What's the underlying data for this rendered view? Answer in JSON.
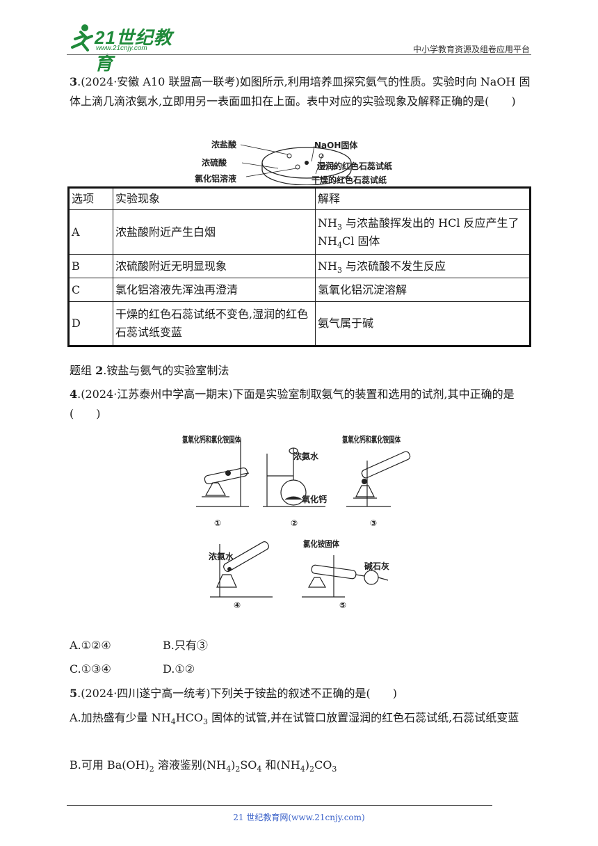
{
  "header": {
    "logo_text": "21世纪教育",
    "logo_url": "www.21cnjy.com",
    "right_text": "中小学教育资源及组卷应用平台"
  },
  "q3": {
    "number": "3",
    "stem": ".(2024·安徽 A10 联盟高一联考)如图所示,利用培养皿探究氨气的性质。实验时向 NaOH 固体上滴几滴浓氨水,立即用另一表面皿扣在上面。表中对应的实验现象及解释正确的是(　　)",
    "figure_labels": {
      "conc_hcl": "浓盐酸",
      "conc_h2so4": "浓硫酸",
      "alcl3": "氯化铝溶液",
      "naoh": "NaOH固体",
      "wet_litmus": "湿润的红色石蕊试纸",
      "dry_litmus": "干燥的红色石蕊试纸"
    },
    "table": {
      "headers": [
        "选项",
        "实验现象",
        "解释"
      ],
      "rows": [
        {
          "opt": "A",
          "phenomenon": "浓盐酸附近产生白烟",
          "explain_a": "NH",
          "explain_b": "3",
          "explain_c": " 与浓盐酸挥发出的 HCl 反应产生了 NH",
          "explain_d": "4",
          "explain_e": "Cl 固体"
        },
        {
          "opt": "B",
          "phenomenon": "浓硫酸附近无明显现象",
          "explain_a": "NH",
          "explain_b": "3",
          "explain_c": " 与浓硫酸不发生反应"
        },
        {
          "opt": "C",
          "phenomenon": "氯化铝溶液先浑浊再澄清",
          "explain": "氢氧化铝沉淀溶解"
        },
        {
          "opt": "D",
          "phenomenon": "干燥的红色石蕊试纸不变色,湿润的红色石蕊试纸变蓝",
          "explain": "氨气属于碱"
        }
      ]
    }
  },
  "group2": {
    "prefix": "题组 ",
    "number": "2",
    "title": ".铵盐与氨气的实验室制法"
  },
  "q4": {
    "number": "4",
    "stem": ".(2024·江苏泰州中学高一期末)下面是实验室制取氨气的装置和选用的试剂,其中正确的是(　　)",
    "figure_labels": {
      "f1_reagent": "氢氧化钙和氯化铵固体",
      "f2_top": "浓氨水",
      "f2_bottom": "氧化钙",
      "f3_reagent": "氢氧化钙和氯化铵固体",
      "f4_reagent": "浓氨水",
      "f5_reagent": "氯化铵固体",
      "f5_drier": "碱石灰",
      "n1": "①",
      "n2": "②",
      "n3": "③",
      "n4": "④",
      "n5": "⑤"
    },
    "options": {
      "A": "A.①②④",
      "B": "B.只有③",
      "C": "C.①③④",
      "D": "D.①②"
    }
  },
  "q5": {
    "number": "5",
    "stem": ".(2024·四川遂宁高一统考)下列关于铵盐的叙述不正确的是(　　)",
    "optA_1": "A.加热盛有少量 NH",
    "optA_sub1": "4",
    "optA_2": "HCO",
    "optA_sub2": "3",
    "optA_3": " 固体的试管,并在试管口放置湿润的红色石蕊试纸,石蕊试纸变蓝",
    "optB_1": "B.可用 Ba(OH)",
    "optB_sub1": "2",
    "optB_2": " 溶液鉴别(NH",
    "optB_sub2": "4",
    "optB_3": ")",
    "optB_sub3": "2",
    "optB_4": "SO",
    "optB_sub4": "4",
    "optB_5": " 和(NH",
    "optB_sub5": "4",
    "optB_6": ")",
    "optB_sub6": "2",
    "optB_7": "CO",
    "optB_sub7": "3"
  },
  "footer": {
    "text": "21 世纪教育网(www.21cnjy.com)"
  }
}
